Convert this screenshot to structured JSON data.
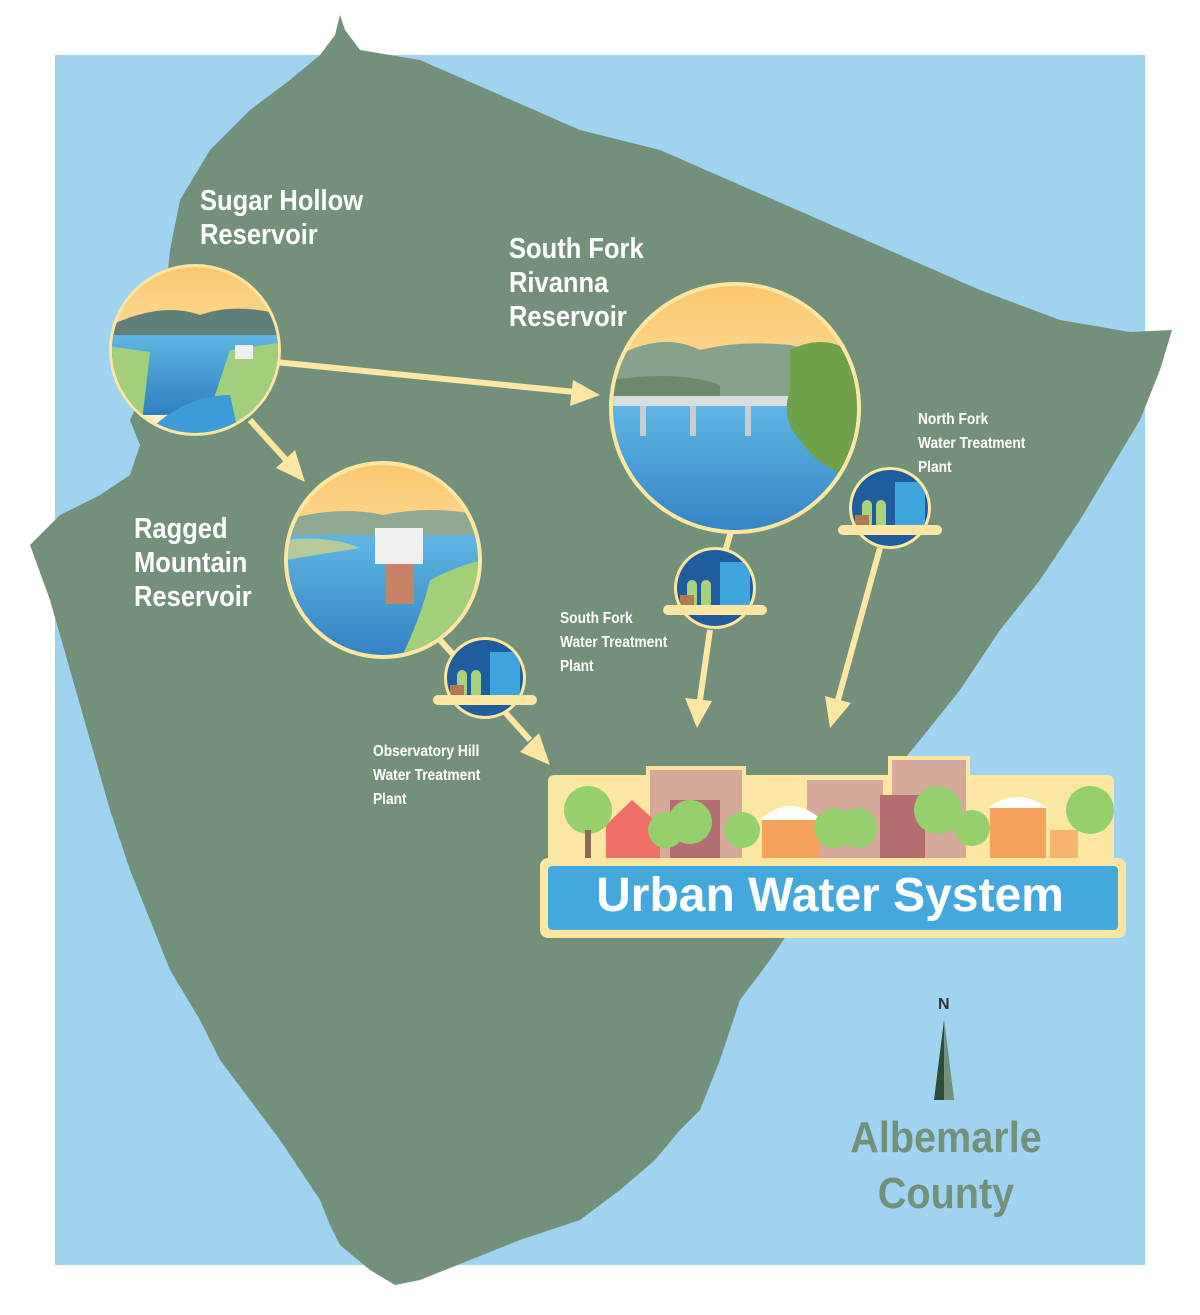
{
  "map": {
    "colors": {
      "water": "#a0d3ef",
      "land": "#73907a",
      "arrow": "#fbe7a1",
      "banner": "#44a8dc",
      "banner_border": "#fbe7a1"
    },
    "reservoirs": [
      {
        "name_lines": [
          "Sugar Hollow",
          "Reservoir"
        ]
      },
      {
        "name_lines": [
          "South Fork",
          "Rivanna",
          "Reservoir"
        ]
      },
      {
        "name_lines": [
          "Ragged",
          "Mountain",
          "Reservoir"
        ]
      }
    ],
    "treatment_plants": [
      {
        "name_lines": [
          "North Fork",
          "Water Treatment",
          "Plant"
        ]
      },
      {
        "name_lines": [
          "South Fork",
          "Water Treatment",
          "Plant"
        ]
      },
      {
        "name_lines": [
          "Observatory Hill",
          "Water Treatment",
          "Plant"
        ]
      }
    ],
    "destination": "Urban Water System",
    "county_lines": [
      "Albemarle",
      "County"
    ],
    "north_label": "N"
  }
}
